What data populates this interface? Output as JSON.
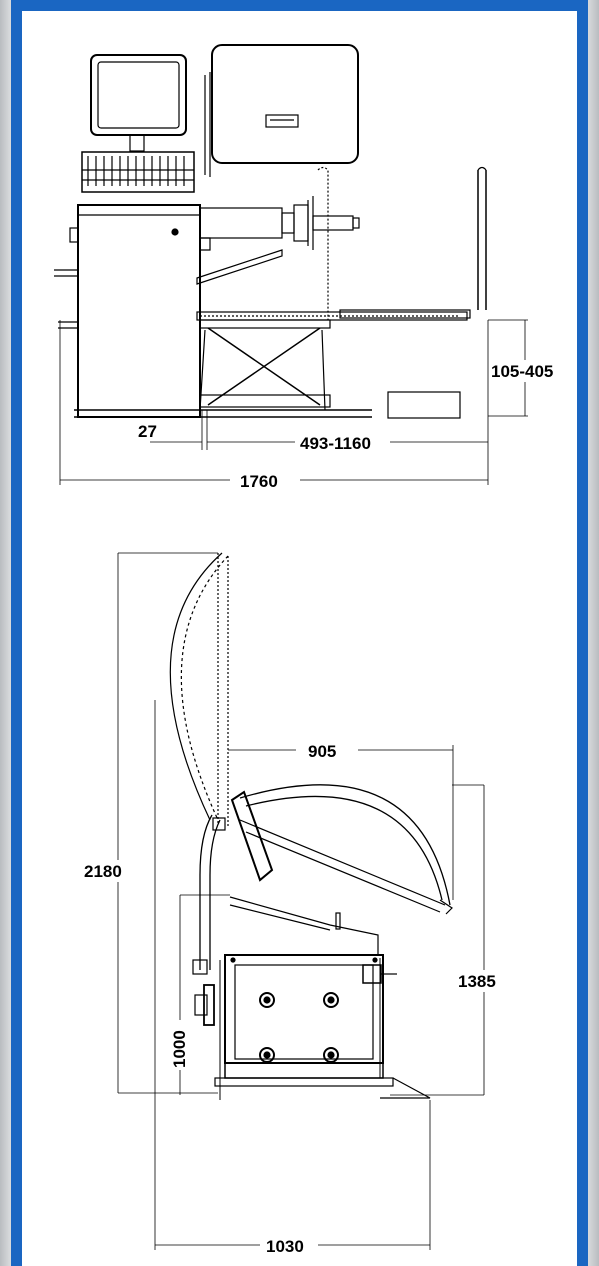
{
  "dimensions": {
    "d27": "27",
    "d493_1160": "493-1160",
    "d1760": "1760",
    "d105_405": "105-405",
    "d905": "905",
    "d2180": "2180",
    "d1385": "1385",
    "d1000": "1000",
    "d1030": "1030"
  },
  "colors": {
    "frame": "#1a66c2",
    "background": "#ffffff",
    "line": "#000000"
  }
}
